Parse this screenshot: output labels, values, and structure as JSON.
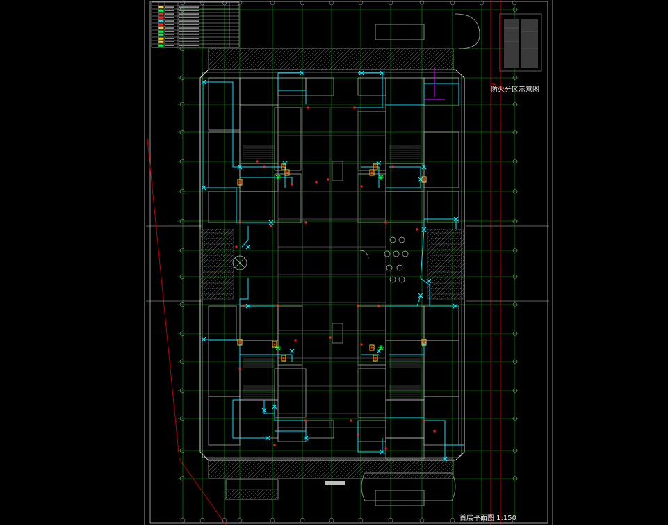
{
  "drawing": {
    "plan_title": "首层平面图 1:150",
    "zone_diagram_title": "防火分区示意图"
  },
  "colors": {
    "background": "#000000",
    "wall": "#cfcfcf",
    "grid": "#00c000",
    "pipe": "#00e5ff",
    "equipment_red": "#ff2020",
    "equipment_yellow": "#ffd400",
    "sprinkler_green": "#00ff40",
    "boundary_red": "#c00000",
    "riser_magenta": "#d000ff"
  },
  "icons": [
    "legend-symbols",
    "sprinkler-head-icon",
    "pipe-riser-icon",
    "column-marker-icon"
  ]
}
